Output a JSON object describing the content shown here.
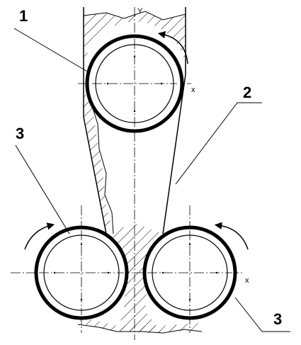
{
  "callouts": {
    "label_1": "1",
    "label_2": "2",
    "label_3_left": "3",
    "label_3_right": "3"
  },
  "axes": {
    "x_top": "x",
    "y_top": "Y",
    "x_bottom": "x"
  },
  "colors": {
    "line": "#000000",
    "background": "#ffffff"
  },
  "icons": {
    "top_arrow": "clockwise-arrow-icon",
    "left_arrow": "clockwise-arrow-icon",
    "right_arrow": "counterclockwise-arrow-icon"
  }
}
